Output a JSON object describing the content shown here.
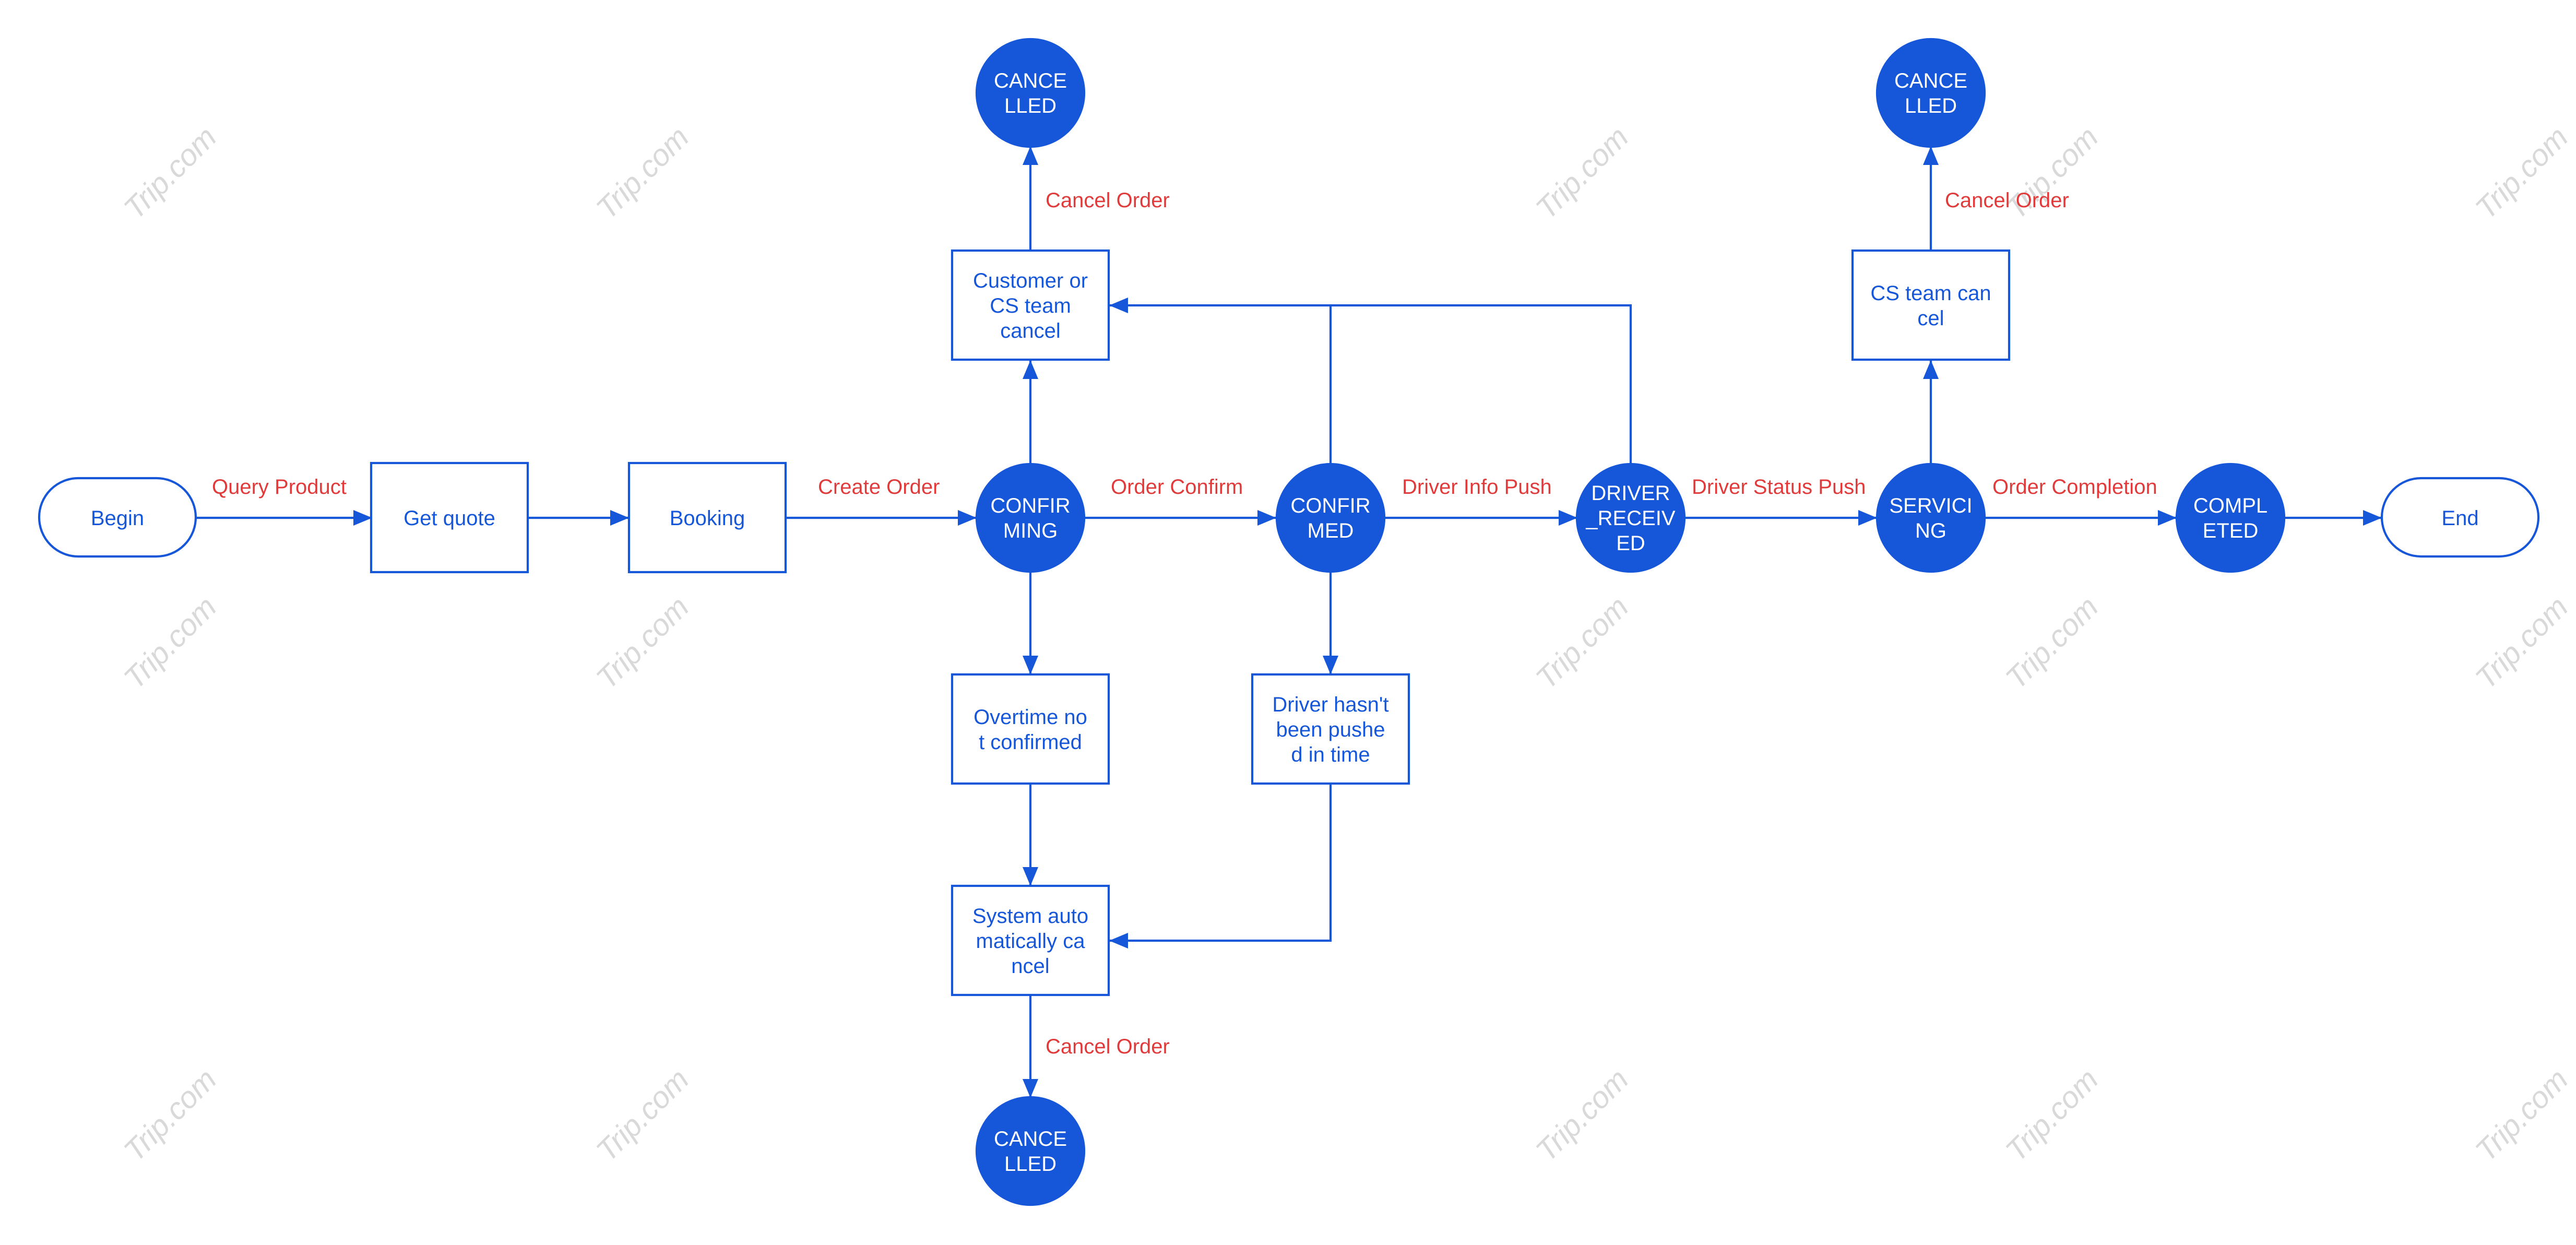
{
  "colors": {
    "primary": "#1656d8",
    "edge_label": "#e03a3a",
    "node_text_on_fill": "#ffffff",
    "watermark": "#d9d9d9"
  },
  "watermark_text": "Trip.com",
  "nodes": {
    "begin": [
      "Begin"
    ],
    "get_quote": [
      "Get quote"
    ],
    "booking": [
      "Booking"
    ],
    "confirming": [
      "CONFIR",
      "MING"
    ],
    "confirmed": [
      "CONFIR",
      "MED"
    ],
    "driver_received": [
      "DRIVER",
      "_RECEIV",
      "ED"
    ],
    "servicing": [
      "SERVICI",
      "NG"
    ],
    "completed": [
      "COMPL",
      "ETED"
    ],
    "end": [
      "End"
    ],
    "customer_cancel": [
      "Customer or",
      "CS team",
      "cancel"
    ],
    "cancelled_top_left": [
      "CANCE",
      "LLED"
    ],
    "overtime_not_confirmed": [
      "Overtime no",
      "t confirmed"
    ],
    "driver_not_pushed": [
      "Driver hasn't",
      "been pushe",
      "d in time"
    ],
    "system_auto_cancel": [
      "System auto",
      "matically ca",
      "ncel"
    ],
    "cancelled_bottom": [
      "CANCE",
      "LLED"
    ],
    "cs_team_cancel": [
      "CS team can",
      "cel"
    ],
    "cancelled_top_right": [
      "CANCE",
      "LLED"
    ]
  },
  "edge_labels": {
    "query_product": "Query Product",
    "create_order": "Create Order",
    "order_confirm": "Order Confirm",
    "driver_info_push": "Driver Info Push",
    "driver_status_push": "Driver Status Push",
    "order_completion": "Order Completion",
    "cancel_order_top_left": "Cancel Order",
    "cancel_order_bottom": "Cancel Order",
    "cancel_order_top_right": "Cancel Order"
  }
}
